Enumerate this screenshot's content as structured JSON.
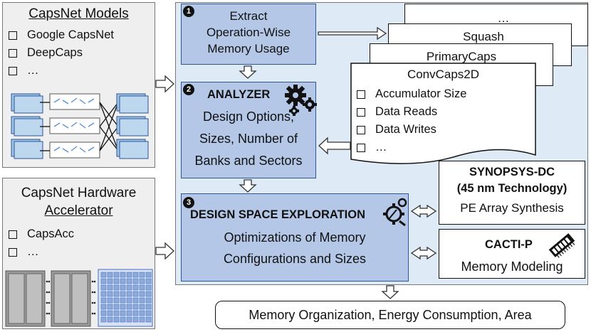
{
  "capsnet_models": {
    "title": "CapsNet Models",
    "items": [
      "Google CapsNet",
      "DeepCaps",
      "…"
    ]
  },
  "hardware_accelerator": {
    "title_line1": "CapsNet Hardware",
    "title_line2": "Accelerator",
    "items": [
      "CapsAcc",
      "…"
    ]
  },
  "step1": {
    "number": "1",
    "line1": "Extract",
    "line2": "Operation-Wise",
    "line3": "Memory Usage"
  },
  "step2": {
    "number": "2",
    "title": "ANALYZER",
    "line1": "Design Options,",
    "line2": "Sizes, Number of",
    "line3": "Banks and Sectors"
  },
  "step3": {
    "number": "3",
    "title": "DESIGN SPACE EXPLORATION",
    "line1": "Optimizations of Memory",
    "line2": "Configurations and Sizes"
  },
  "docs": {
    "back3": "…",
    "back2": "Squash",
    "back1": "PrimaryCaps",
    "front_title": "ConvCaps2D",
    "front_items": [
      "Accumulator Size",
      "Data Reads",
      "Data Writes",
      "…"
    ]
  },
  "synopsys": {
    "line1": "SYNOPSYS-DC",
    "line2": "(45 nm Technology)",
    "line3": "PE Array Synthesis"
  },
  "cacti": {
    "title": "CACTI-P",
    "subtitle": "Memory Modeling"
  },
  "output": {
    "label": "Memory Organization, Energy Consumption, Area"
  },
  "colors": {
    "step_fill": "#b4c7e7",
    "step_border": "#2f5597",
    "panel_fill": "#efefef",
    "main_fill": "#deebf7",
    "capsule_blue": "#5b8fd6",
    "pe_grid": "#4472c4"
  }
}
